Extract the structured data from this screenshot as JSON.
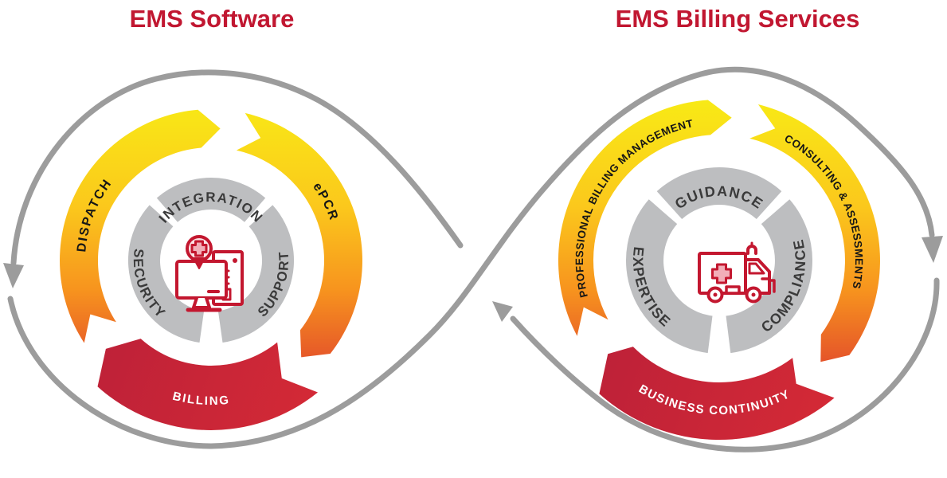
{
  "left_diagram": {
    "title": "EMS Software",
    "outer_ring": {
      "dispatch": "DISPATCH",
      "epcr": "ePCR",
      "billing": "BILLING"
    },
    "inner_ring": {
      "integration": "INTEGRATION",
      "security": "SECURITY",
      "support": "SUPPORT"
    },
    "center_icon": "computer-with-medical-cross"
  },
  "right_diagram": {
    "title": "EMS Billing Services",
    "outer_ring": {
      "professional_billing_management": "PROFESSIONAL BILLING MANAGEMENT",
      "consulting_assessments": "CONSULTING & ASSESSMENTS",
      "business_continuity": "BUSINESS CONTINUITY"
    },
    "inner_ring": {
      "guidance": "GUIDANCE",
      "expertise": "EXPERTISE",
      "compliance": "COMPLIANCE"
    },
    "center_icon": "ambulance"
  },
  "colors": {
    "title_red": "#C11731",
    "ring_yellow": "#F7EC15",
    "ring_orange": "#F7941E",
    "ring_deep_orange": "#E4512A",
    "band_red": "#C9203A",
    "inner_ring_gray": "#BDBEC0",
    "loop_gray": "#9C9C9C",
    "icon_crimson": "#C3172F",
    "inner_text_gray": "#3A3A3A",
    "band_text": "#FFFFFF"
  }
}
